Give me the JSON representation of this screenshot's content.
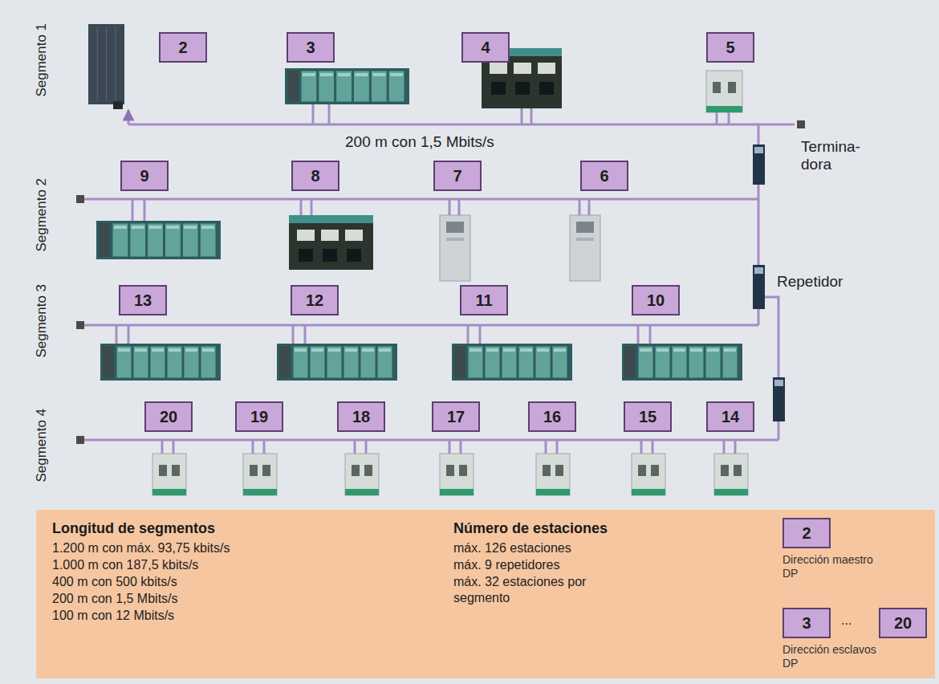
{
  "diagram": {
    "nodes": [
      {
        "text": [
          "2"
        ]
      },
      {
        "text": [
          "3"
        ]
      },
      {
        "text": [
          "4"
        ]
      },
      {
        "text": [
          "5"
        ]
      },
      {
        "text": [
          "9"
        ]
      },
      {
        "text": [
          "8"
        ]
      },
      {
        "text": [
          "7"
        ]
      },
      {
        "text": [
          "6"
        ]
      },
      {
        "text": [
          "13"
        ]
      },
      {
        "text": [
          "12"
        ]
      },
      {
        "text": [
          "11"
        ]
      },
      {
        "text": [
          "10"
        ]
      },
      {
        "text": [
          "20"
        ]
      },
      {
        "text": [
          "19"
        ]
      },
      {
        "text": [
          "18"
        ]
      },
      {
        "text": [
          "17"
        ]
      },
      {
        "text": [
          "16"
        ]
      },
      {
        "text": [
          "15"
        ]
      },
      {
        "text": [
          "14"
        ]
      },
      {
        "text": [
          "Longitud de segmentos",
          "1.200 m con máx. 93,75 kbits/s",
          "1.000 m con 187,5 kbits/s",
          "400 m con 500 kbits/s",
          "200 m con 1,5 Mbits/s",
          "100 m con 12 Mbits/s",
          "Número de estaciones",
          "máx. 126 estaciones",
          "máx. 9 repetidores",
          "máx. 32 estaciones por segmento",
          "Dirección maestro DP",
          "...",
          "Dirección esclavos DP"
        ]
      },
      {
        "text": [
          "2"
        ],
        "in": 19
      },
      {
        "text": [
          "3"
        ],
        "in": 19
      },
      {
        "text": [
          "20"
        ],
        "in": 19
      }
    ],
    "labels": [
      "Segmento 1",
      "Segmento 2",
      "Segmento 3",
      "Segmento 4",
      "200 m con 1,5 Mbits/s",
      "Termina- dora",
      "Repetidor"
    ]
  }
}
